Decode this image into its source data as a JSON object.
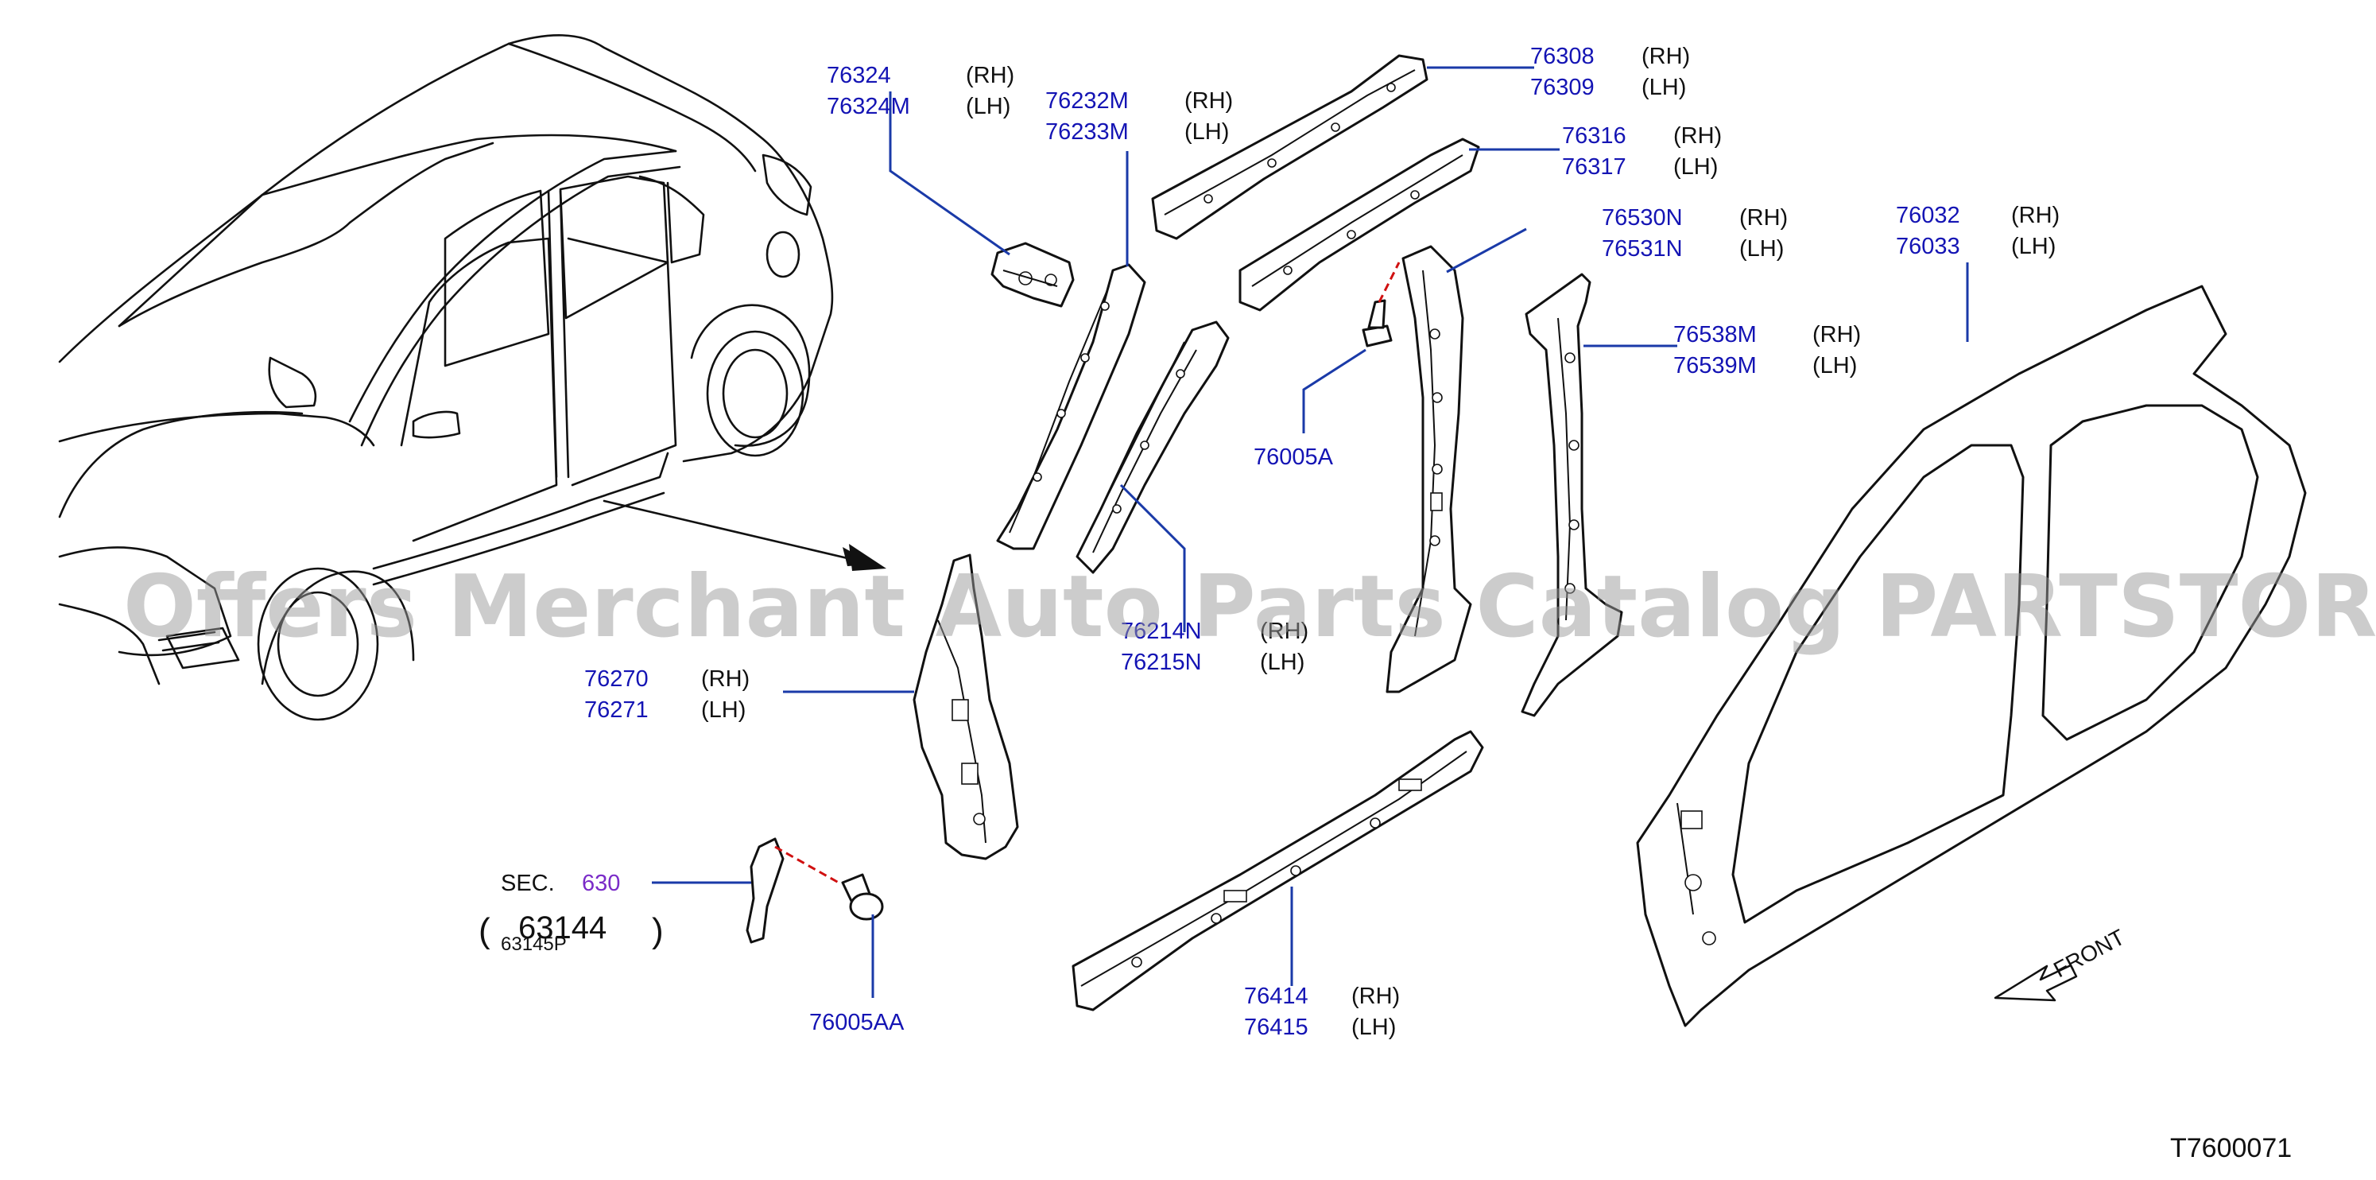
{
  "callouts": [
    {
      "id": "76324",
      "rh": "76324",
      "lh": "76324M",
      "rh_tag": "(RH)",
      "lh_tag": "(LH)"
    },
    {
      "id": "76232M",
      "rh": "76232M",
      "lh": "76233M",
      "rh_tag": "(RH)",
      "lh_tag": "(LH)"
    },
    {
      "id": "76308",
      "rh": "76308",
      "lh": "76309",
      "rh_tag": "(RH)",
      "lh_tag": "(LH)"
    },
    {
      "id": "76316",
      "rh": "76316",
      "lh": "76317",
      "rh_tag": "(RH)",
      "lh_tag": "(LH)"
    },
    {
      "id": "76530N",
      "rh": "76530N",
      "lh": "76531N",
      "rh_tag": "(RH)",
      "lh_tag": "(LH)"
    },
    {
      "id": "76032",
      "rh": "76032",
      "lh": "76033",
      "rh_tag": "(RH)",
      "lh_tag": "(LH)"
    },
    {
      "id": "76538M",
      "rh": "76538M",
      "lh": "76539M",
      "rh_tag": "(RH)",
      "lh_tag": "(LH)"
    },
    {
      "id": "76214N",
      "rh": "76214N",
      "lh": "76215N",
      "rh_tag": "(RH)",
      "lh_tag": "(LH)"
    },
    {
      "id": "76270",
      "rh": "76270",
      "lh": "76271",
      "rh_tag": "(RH)",
      "lh_tag": "(LH)"
    },
    {
      "id": "76414",
      "rh": "76414",
      "lh": "76415",
      "rh_tag": "(RH)",
      "lh_tag": "(LH)"
    }
  ],
  "singles": {
    "bolt_a": "76005A",
    "bolt_aa": "76005AA"
  },
  "section": {
    "label": "SEC.",
    "number": "630",
    "paren_open": "(",
    "paren_close": ")",
    "part_main": "63144",
    "part_sub": "63145P"
  },
  "front_label": "FRONT",
  "diagram_code": "T7600071",
  "watermark": "Offers Merchant Auto Parts Catalog PARTSTORE.SA",
  "colors": {
    "part_number": "#1414b4",
    "leader": "#1a3aa8",
    "section_link": "#7a2bc8",
    "fastener_dash": "#d01010"
  }
}
